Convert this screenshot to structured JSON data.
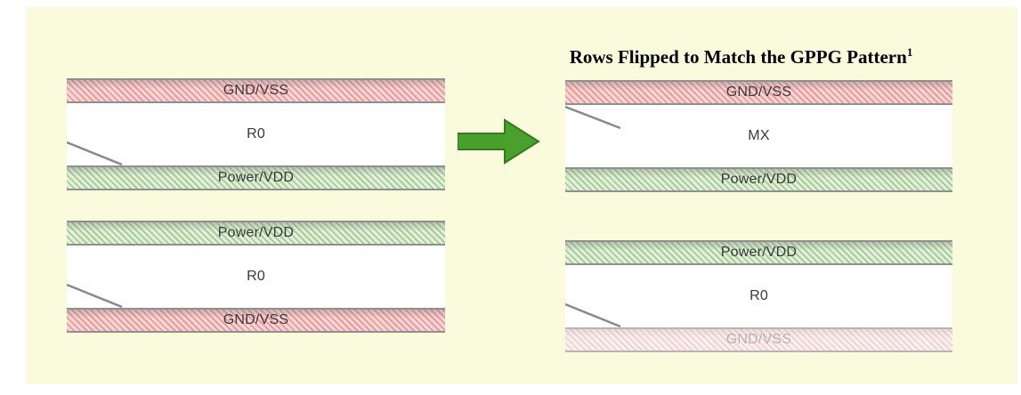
{
  "title": {
    "text": "Rows Flipped to Match the GPPG Pattern",
    "footnote_mark": "1"
  },
  "diagrams": {
    "left_top": {
      "rows": [
        {
          "label": "GND/VSS"
        },
        {
          "label": "R0"
        },
        {
          "label": "Power/VDD"
        }
      ]
    },
    "left_bottom": {
      "rows": [
        {
          "label": "Power/VDD"
        },
        {
          "label": "R0"
        },
        {
          "label": "GND/VSS"
        }
      ]
    },
    "right_top": {
      "rows": [
        {
          "label": "GND/VSS"
        },
        {
          "label": "MX"
        },
        {
          "label": "Power/VDD"
        }
      ]
    },
    "right_bottom": {
      "rows": [
        {
          "label": "Power/VDD"
        },
        {
          "label": "R0"
        },
        {
          "label": "GND/VSS"
        }
      ]
    }
  },
  "colors": {
    "panel_background": "#fafbdc",
    "gnd_rail_stripe": "#e59d9d",
    "gnd_rail_base": "#f8d6d6",
    "power_rail_stripe": "#a9cd9a",
    "power_rail_base": "#e3f0db",
    "border_gray": "#8f8f8f",
    "arrow_green": "#4aa02c",
    "faded_label_gray": "#b4b4b4"
  },
  "arrow": {
    "name": "flip-transform-arrow",
    "direction": "right"
  }
}
